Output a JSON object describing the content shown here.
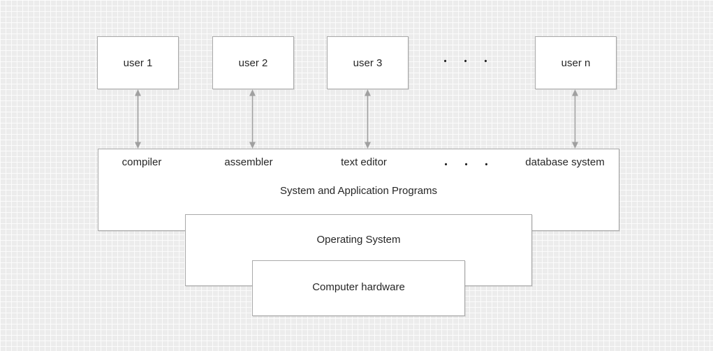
{
  "diagram": {
    "users": [
      {
        "label": "user 1"
      },
      {
        "label": "user 2"
      },
      {
        "label": "user 3"
      },
      {
        "label": "user n"
      }
    ],
    "users_ellipsis": "• • •",
    "programs": {
      "items": [
        "compiler",
        "assembler",
        "text editor",
        "• • •",
        "database system"
      ],
      "title": "System and Application Programs"
    },
    "operating_system": {
      "label": "Operating System"
    },
    "hardware": {
      "label": "Computer hardware"
    },
    "colors": {
      "background": "#ececec",
      "grid_line": "#fcfcfc",
      "box_fill": "#ffffff",
      "box_border": "#a9a9a9",
      "arrow": "#a0a0a0",
      "text": "#262626"
    }
  }
}
